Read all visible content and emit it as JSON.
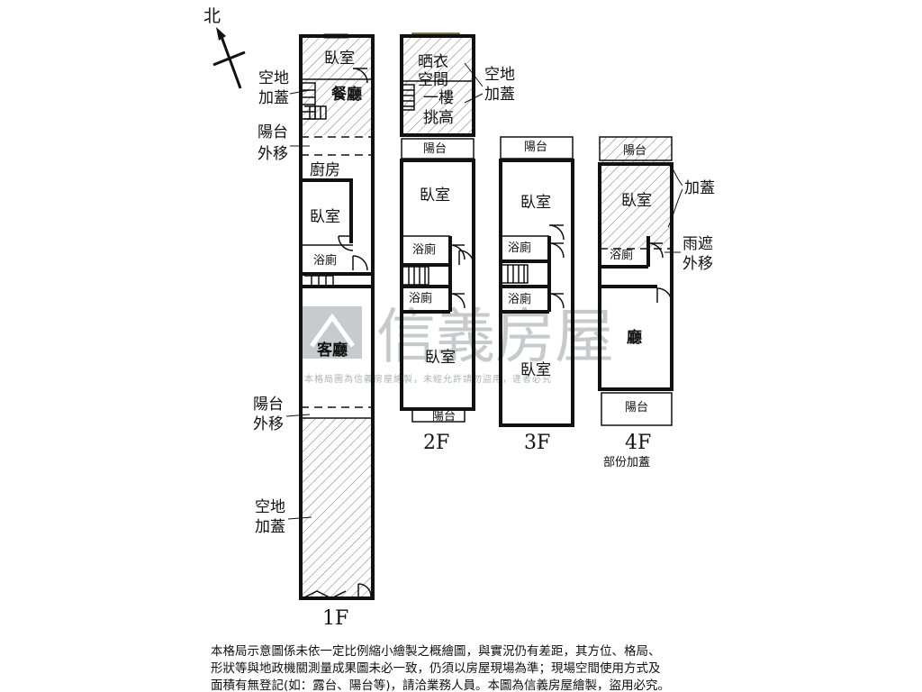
{
  "north_label": "北",
  "watermark": {
    "brand": "信義房屋",
    "notice": "本格局圖為信義房屋繪製，未經允許請勿盜用，違者必究"
  },
  "floors": {
    "f1": {
      "label": "1F",
      "rooms": {
        "bedroom": "臥室",
        "dining": "餐廳",
        "kitchen": "廚房",
        "bedroom2": "臥室",
        "bath": "浴廁",
        "living": "客廳"
      },
      "notes": {
        "open_top_a": "空地",
        "open_top_b": "加蓋",
        "balcony_a": "陽台",
        "balcony_b": "外移",
        "balcony2_a": "陽台",
        "balcony2_b": "外移",
        "open_bot_a": "空地",
        "open_bot_b": "加蓋"
      }
    },
    "f2": {
      "label": "2F",
      "rooms": {
        "drying_a": "晒衣",
        "drying_b": "空間",
        "void_a": "一樓",
        "void_b": "挑高",
        "balcony_top": "陽台",
        "bedroom": "臥室",
        "bath1": "浴廁",
        "bath2": "浴廁",
        "bedroom2": "臥室",
        "balcony_bot": "陽台"
      },
      "notes": {
        "open_a": "空地",
        "open_b": "加蓋"
      }
    },
    "f3": {
      "label": "3F",
      "rooms": {
        "balcony_top": "陽台",
        "bedroom": "臥室",
        "bath1": "浴廁",
        "bath2": "浴廁",
        "bedroom2": "臥室"
      }
    },
    "f4": {
      "label": "4F",
      "sublabel": "部份加蓋",
      "rooms": {
        "balcony_top": "陽台",
        "bedroom": "臥室",
        "bath": "浴廁",
        "hall": "廳",
        "balcony_bot": "陽台"
      },
      "notes": {
        "added": "加蓋",
        "canopy_a": "雨遮",
        "canopy_b": "外移"
      }
    }
  },
  "disclaimer": [
    "本格局示意圖係未依一定比例縮小繪製之概繪圖，與實況仍有差距，其方位、格局、",
    "形狀等與地政機關測量成果圖未必一致，仍須以房屋現場為準；現場空間使用方式及",
    "面積有無登記(如：露台、陽台等)，請洽業務人員。本圖為信義房屋繪製，盜用必究。"
  ],
  "colors": {
    "line": "#111111",
    "window": "#f2d21b",
    "watermark": "#9aa0a6"
  }
}
